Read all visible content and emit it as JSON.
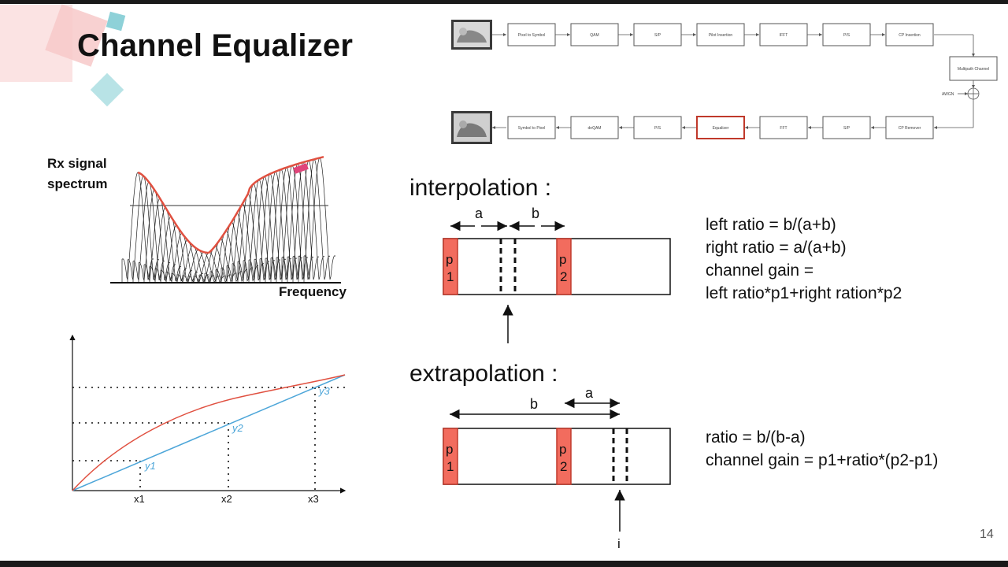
{
  "slide": {
    "title": "Channel Equalizer",
    "page_number": "14"
  },
  "flow_diagram": {
    "tx_blocks": [
      "Pixel to Symbol",
      "QAM",
      "S/P",
      "Pilot Insertion",
      "IFFT",
      "P/S",
      "CP Insertion"
    ],
    "channel_block": "Multipath Channel",
    "awgn_label": "AWGN",
    "rx_blocks": [
      "Symbol to Pixel",
      "deQAM",
      "P/S",
      "Equalizer",
      "FFT",
      "S/P",
      "CP Remover"
    ],
    "highlight_color": "#c0392b"
  },
  "spectrum_figure": {
    "ylabel": "Rx signal spectrum",
    "ylabel_line1": "Rx signal",
    "ylabel_line2": "spectrum",
    "xlabel": "Frequency",
    "envelope_color": "#e05040"
  },
  "interp_graph": {
    "x_labels": [
      "x1",
      "x2",
      "x3"
    ],
    "y_labels": [
      "y1",
      "y2",
      "y3"
    ],
    "line_color": "#4da6d9",
    "curve_color": "#e05040"
  },
  "interpolation": {
    "heading": "interpolation :",
    "label_a": "a",
    "label_b": "b",
    "p1_line1": "p",
    "p1_line2": "1",
    "p2_line1": "p",
    "p2_line2": "2",
    "eq1": "left ratio = b/(a+b)",
    "eq2": "right ratio = a/(a+b)",
    "eq3": "channel gain =",
    "eq4": "left ratio*p1+right ration*p2"
  },
  "extrapolation": {
    "heading": "extrapolation :",
    "label_a": "a",
    "label_b": "b",
    "label_i": "i",
    "p1_line1": "p",
    "p1_line2": "1",
    "p2_line1": "p",
    "p2_line2": "2",
    "eq1": "ratio = b/(b-a)",
    "eq2": "channel gain = p1+ratio*(p2-p1)"
  },
  "colors": {
    "pilot_fill": "#f26c5e",
    "pilot_stroke": "#c0392b"
  }
}
